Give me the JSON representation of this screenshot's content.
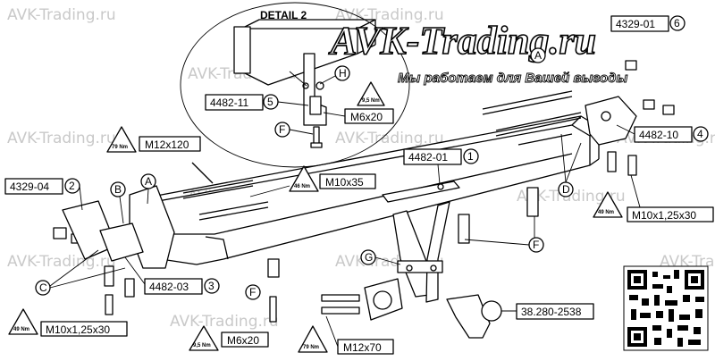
{
  "watermarks": {
    "site": "AVK-Trading.ru"
  },
  "brand": {
    "name": "AVK-Trading.ru",
    "slogan": "Мы работаем для Вашей выгоды"
  },
  "detail": {
    "title": "DETAIL 2"
  },
  "part_numbers": {
    "p1": "4482-01",
    "p1_num": "1",
    "p2": "4329-04",
    "p2_num": "2",
    "p3": "4482-03",
    "p3_num": "3",
    "p4": "4482-10",
    "p4_num": "4",
    "p5": "4482-11",
    "p5_num": "5",
    "p6": "4329-01",
    "p6_num": "6",
    "ball": "38.280-2538"
  },
  "bolts": {
    "m12x120": "M12x120",
    "m10x35": "M10x35",
    "m10x125_left": "M10x1,25x30",
    "m10x125_right": "M10x1,25x30",
    "m6x20_detail": "M6x20",
    "m6x20_bottom": "M6x20",
    "m12x70": "M12x70"
  },
  "torques": {
    "t79_top": "79 Nm",
    "t46": "46 Nm",
    "t49_left": "49 Nm",
    "t49_right": "49 Nm",
    "t95_detail": "9,5 Nm",
    "t95_bottom": "9,5 Nm",
    "t79_bottom": "79 Nm"
  },
  "letters": {
    "a_left": "A",
    "a_right": "A",
    "b": "B",
    "c": "C",
    "d": "D",
    "f_detail": "F",
    "f_bottom": "F",
    "f_right": "F",
    "g": "G",
    "h": "H"
  }
}
